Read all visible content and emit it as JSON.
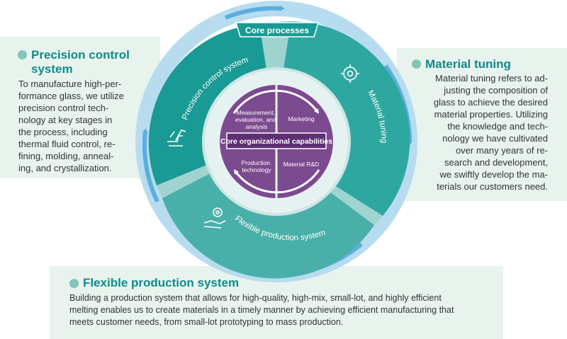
{
  "core_processes": "Core processes",
  "core_capabilities": "Core organizational capabilities",
  "ring_labels": {
    "precision": "Precision control system",
    "material": "Material tuning",
    "flexible": "Flexible production system"
  },
  "quadrants": {
    "top_left": [
      "Measurement,",
      "evaluation, and",
      "analysis"
    ],
    "top_right": "Marketing",
    "bottom_left": [
      "Production",
      "technology"
    ],
    "bottom_right": "Material R&D"
  },
  "precision": {
    "title_line1": "Precision control",
    "title_line2": "system",
    "lines": [
      "To manufacture high-per-",
      "formance glass, we utilize",
      "precision control tech-",
      "nology at key stages in",
      "the process, including",
      "thermal fluid control, re-",
      "fining, molding, anneal-",
      "ing, and crystallization."
    ]
  },
  "material": {
    "title": "Material tuning",
    "lines": [
      "Material tuning refers to ad-",
      "justing the composition of",
      "glass to achieve the desired",
      "material properties. Utilizing",
      "the knowledge and tech-",
      "nology we have cultivated",
      "over many years of re-",
      "search and development,",
      "we swiftly develop the ma-",
      "terials our customers need."
    ]
  },
  "flexible": {
    "title": "Flexible production system",
    "lines": [
      "Building a production system that allows for high-quality, high-mix, small-lot, and highly efficient",
      "melting enables us to create materials in a timely manner by achieving efficient manufacturing that",
      "meets customer needs, from small-lot prototyping to mass production."
    ]
  },
  "colors": {
    "teal_dark": "#1a9a94",
    "teal_mid": "#3aa9a3",
    "teal_light": "#9fd3cf",
    "blue_ring": "#5aaee0",
    "purple": "#7c4a8f",
    "purple_dark": "#5e2f75",
    "panel": "#e8f3ee",
    "heading": "#0f8a8a"
  }
}
